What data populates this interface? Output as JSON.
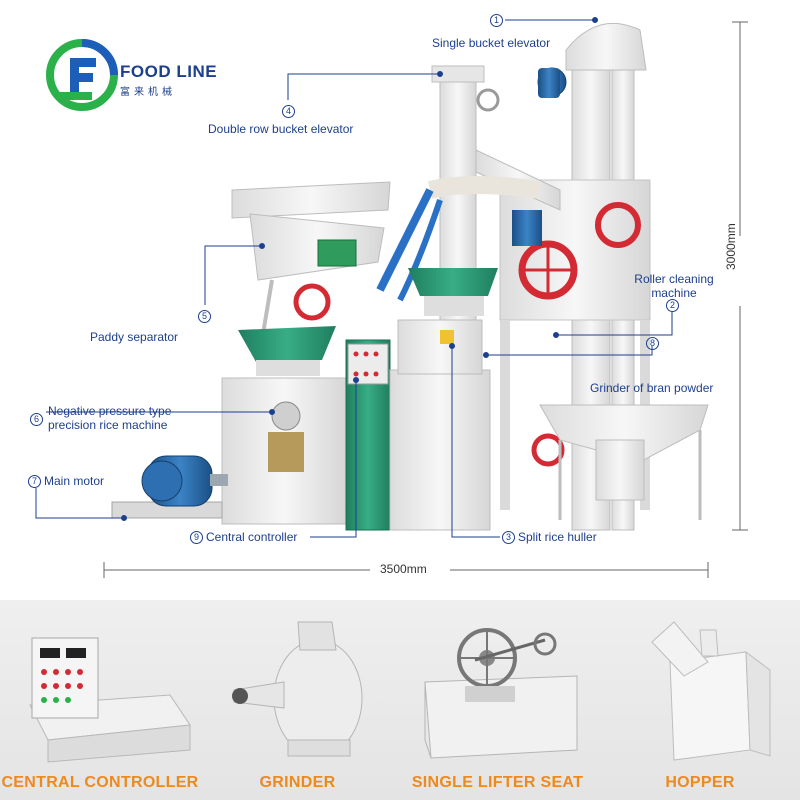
{
  "logo": {
    "name": "FOOD LINE",
    "subtitle": "富来机械",
    "icon": "food-line-logo-icon",
    "colors": {
      "green": "#2bb14a",
      "blue": "#1d5fb8"
    }
  },
  "callouts": [
    {
      "number": "1",
      "label": "Single bucket elevator"
    },
    {
      "number": "2",
      "label": "Roller cleaning machine"
    },
    {
      "number": "3",
      "label": "Split rice huller"
    },
    {
      "number": "4",
      "label": "Double row bucket  elevator"
    },
    {
      "number": "5",
      "label": "Paddy separator"
    },
    {
      "number": "6",
      "label": "Negative pressure type precision rice machine"
    },
    {
      "number": "7",
      "label": "Main motor"
    },
    {
      "number": "8",
      "label": "Grinder of bran powder"
    },
    {
      "number": "9",
      "label": "Central controller"
    }
  ],
  "dimensions": {
    "height": "3000mm",
    "width": "3500mm"
  },
  "components": [
    {
      "label": "CENTRAL CONTROLLER"
    },
    {
      "label": "GRINDER"
    },
    {
      "label": "SINGLE LIFTER SEAT"
    },
    {
      "label": "HOPPER"
    }
  ],
  "colors": {
    "callout_text": "#1d3f8f",
    "label_orange": "#ee8a1c",
    "machine_white": "#f3f3f1",
    "machine_green": "#2e9f7a",
    "motor_blue": "#2d6fb0",
    "wheel_red": "#d42a33"
  }
}
